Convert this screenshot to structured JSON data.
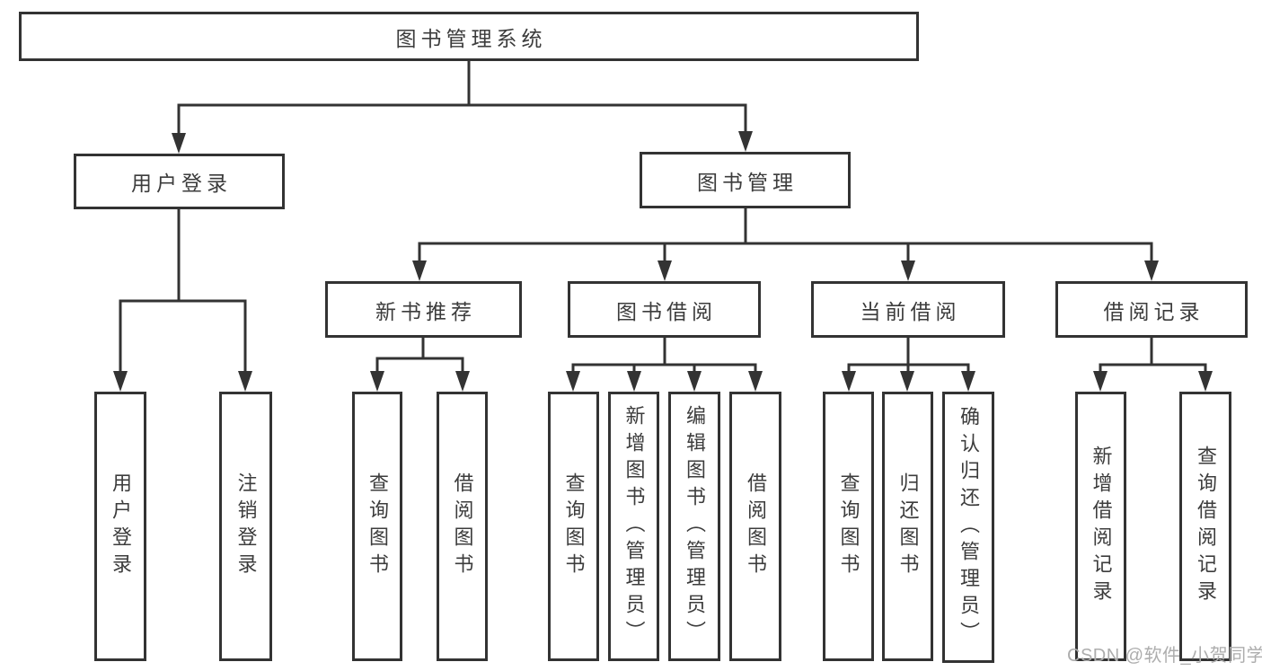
{
  "diagram": {
    "type": "hierarchy-tree",
    "root": {
      "label": "图书管理系统"
    },
    "branches": [
      {
        "label": "用户登录",
        "children": [
          "用户登录",
          "注销登录"
        ]
      },
      {
        "label": "图书管理",
        "children": [
          {
            "label": "新书推荐",
            "children": [
              "查询图书",
              "借阅图书"
            ]
          },
          {
            "label": "图书借阅",
            "children": [
              "查询图书",
              "新增图书（管理员）",
              "编辑图书（管理员）",
              "借阅图书"
            ]
          },
          {
            "label": "当前借阅",
            "children": [
              "查询图书",
              "归还图书",
              "确认归还（管理员）"
            ]
          },
          {
            "label": "借阅记录",
            "children": [
              "新增借阅记录",
              "查询借阅记录"
            ]
          }
        ]
      }
    ],
    "colors": {
      "line": "#333333",
      "box_border": "#333333",
      "box_fill": "#ffffff",
      "text": "#3c3c3c",
      "watermark": "#adadad",
      "background": "#ffffff"
    },
    "watermark": "CSDN @软件_小贺同学"
  }
}
